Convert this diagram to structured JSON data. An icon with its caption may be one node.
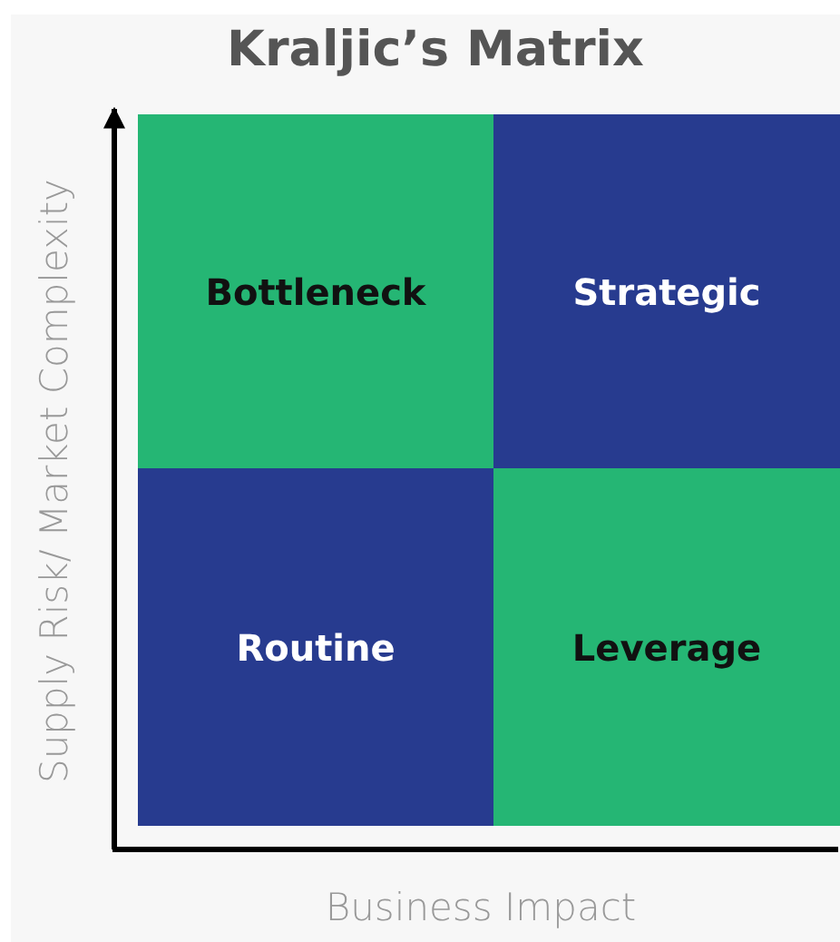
{
  "diagram": {
    "title": "Kraljic’s Matrix",
    "nodes": [
      {
        "text": [
          "Bottleneck"
        ]
      },
      {
        "text": [
          "Strategic"
        ]
      },
      {
        "text": [
          "Routine"
        ]
      },
      {
        "text": [
          "Leverage"
        ]
      }
    ],
    "labels": [
      "Supply Risk/ Market Complexity",
      "Business Impact"
    ]
  }
}
